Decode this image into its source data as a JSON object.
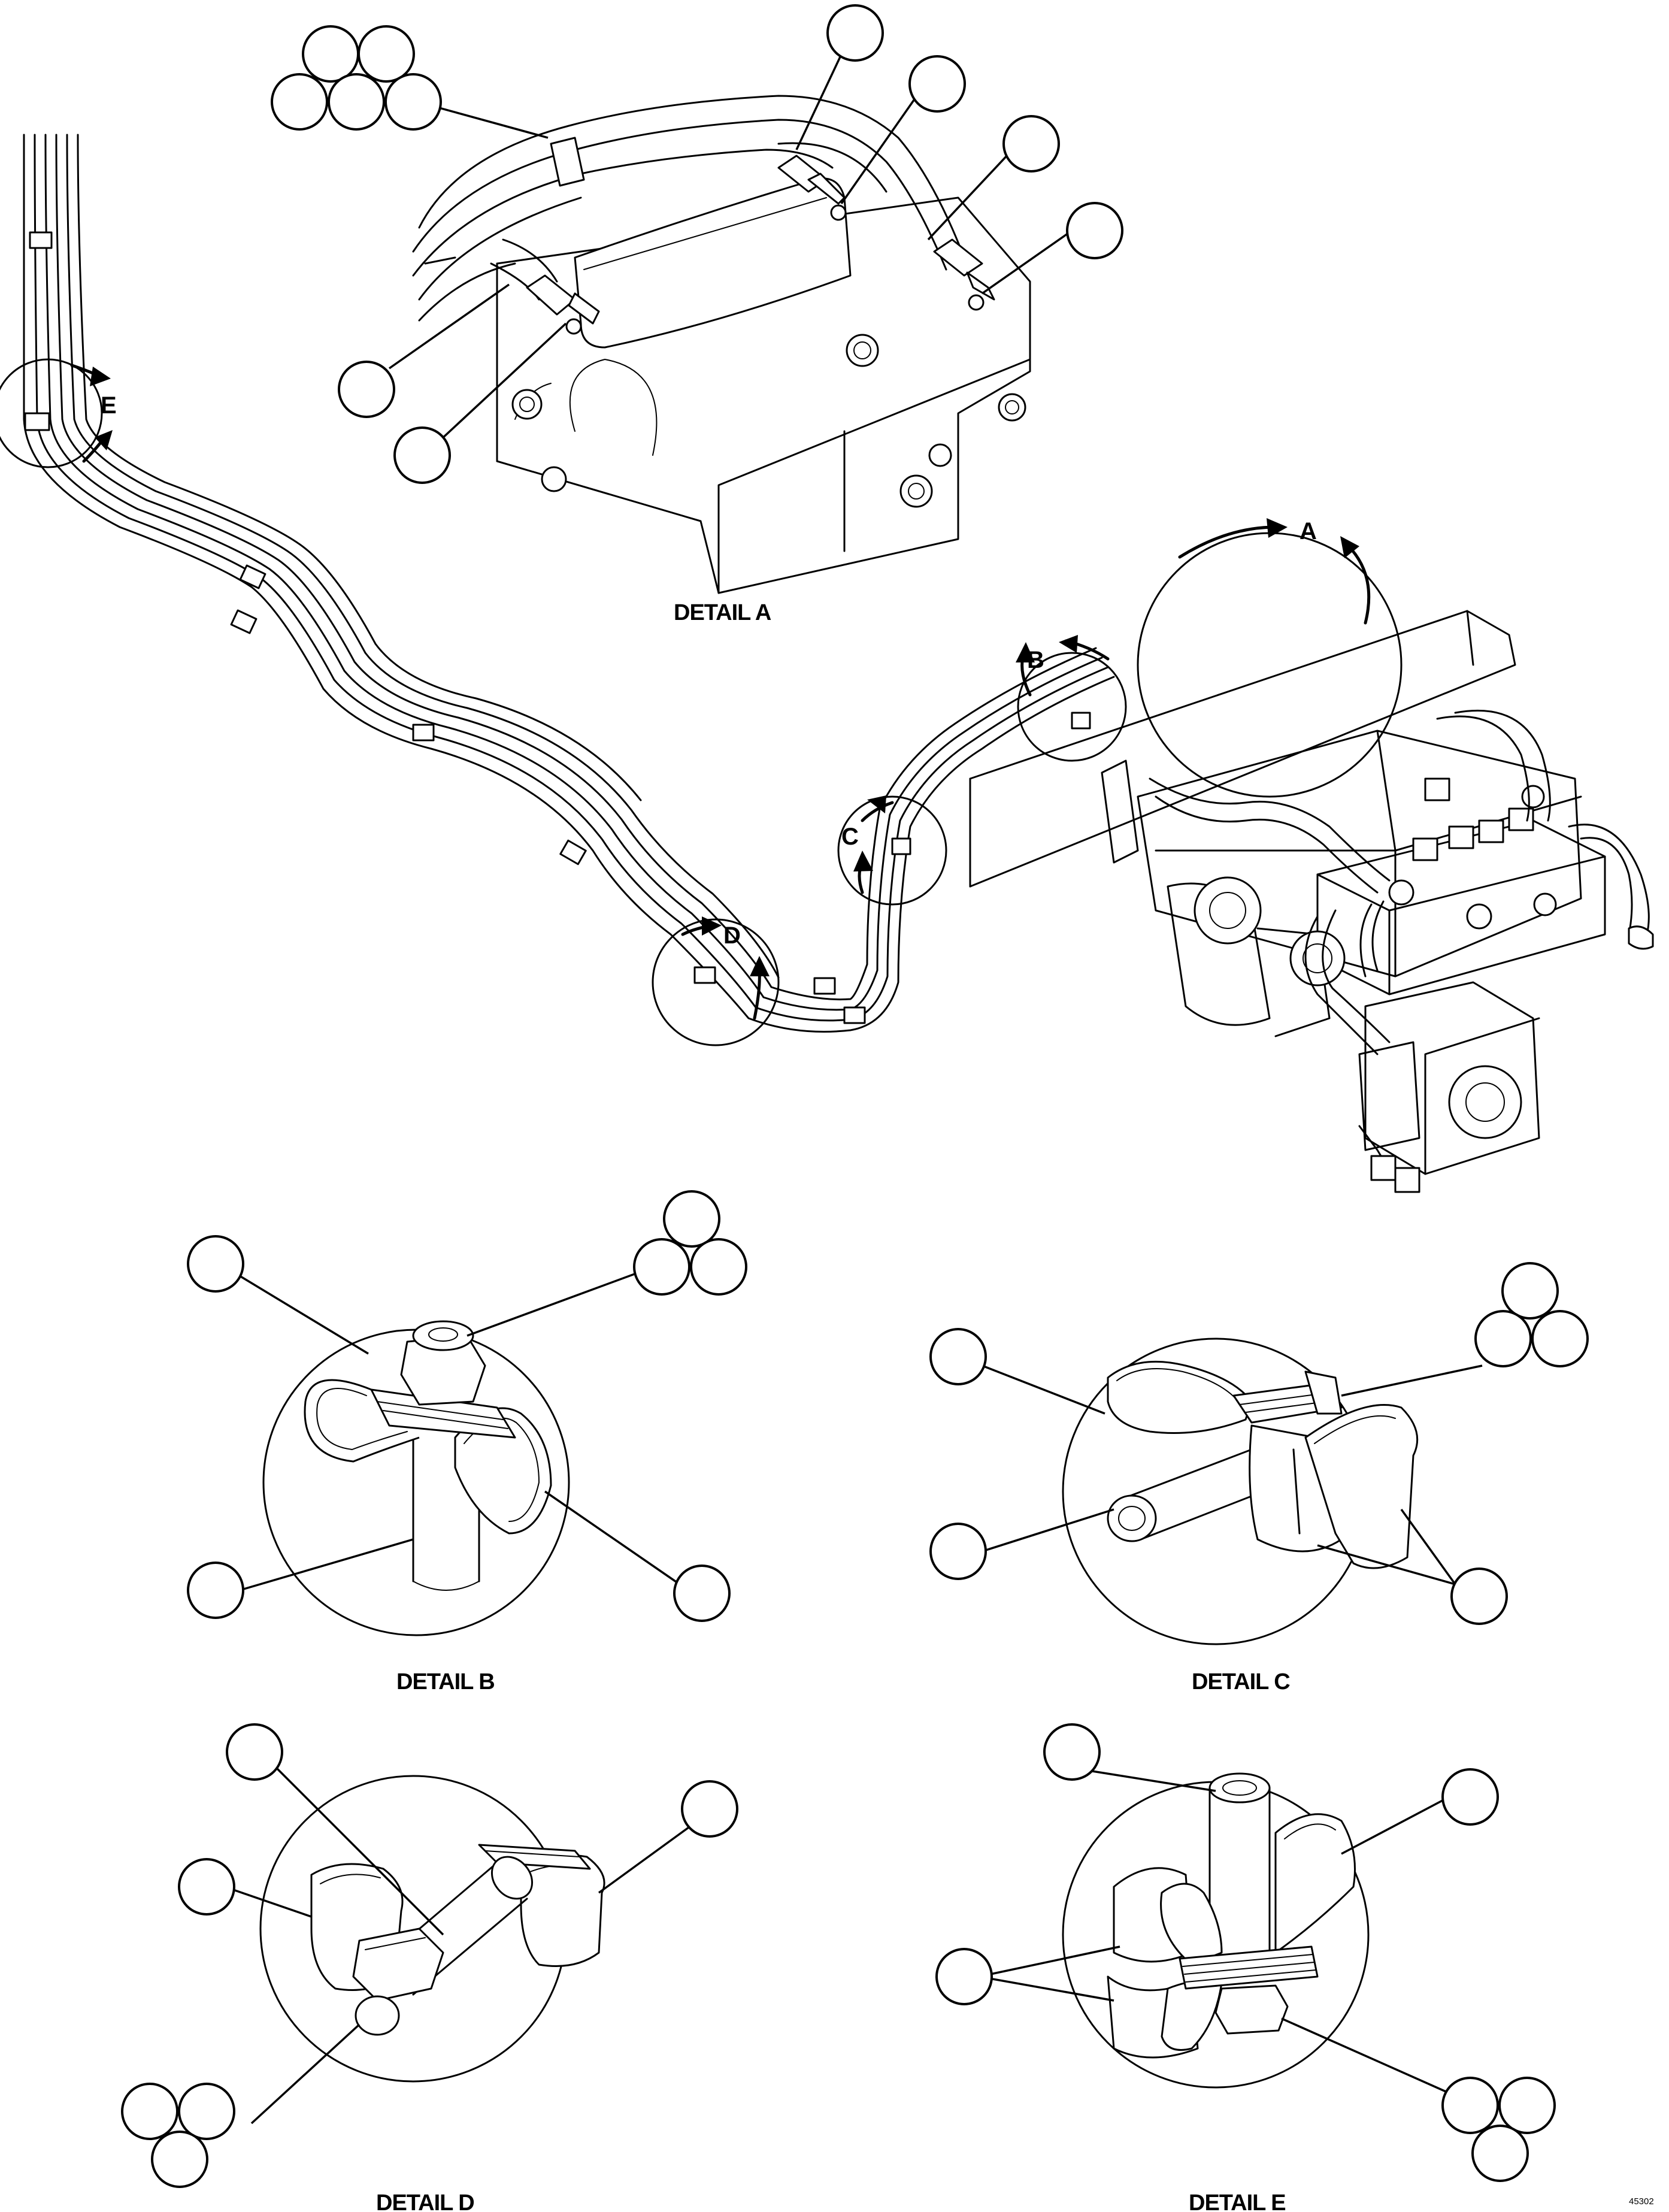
{
  "figure": {
    "detail_markers": [
      {
        "id": "A",
        "text": "A"
      },
      {
        "id": "B",
        "text": "B"
      },
      {
        "id": "C",
        "text": "C"
      },
      {
        "id": "D",
        "text": "D"
      },
      {
        "id": "E",
        "text": "E"
      }
    ],
    "captions": {
      "detail_a": "DETAIL A",
      "detail_b": "DETAIL B",
      "detail_c": "DETAIL C",
      "detail_d": "DETAIL D",
      "detail_e": "DETAIL E"
    },
    "drawing_code": "45302"
  }
}
